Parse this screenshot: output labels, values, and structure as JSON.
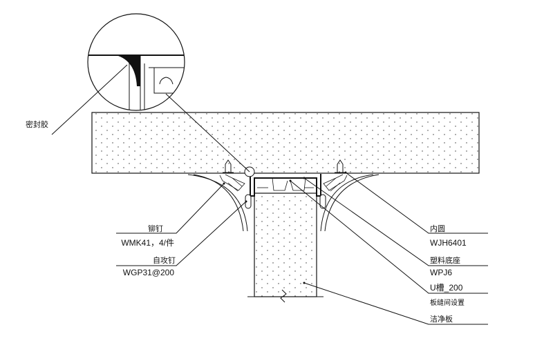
{
  "labels": {
    "sealant": "密封胶",
    "rivet": "铆钉",
    "rivet_code": "WMK41，4/件",
    "self_tapping_screw": "自攻钉",
    "screw_code": "WGP31@200",
    "inner_round": "内圆",
    "inner_round_code": "WJH6401",
    "plastic_base": "塑料底座",
    "plastic_base_code": "WPJ6",
    "u_channel": "U槽_200",
    "panel_joint": "板缝间设置",
    "clean_panel": "洁净板"
  }
}
